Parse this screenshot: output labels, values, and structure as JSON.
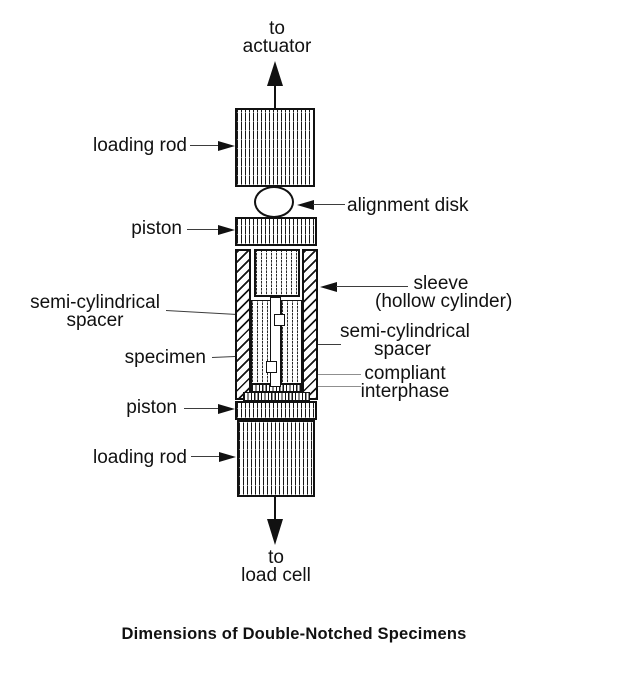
{
  "figure": {
    "flow_top": {
      "line1": "to",
      "line2": "actuator"
    },
    "flow_bottom": {
      "line1": "to",
      "line2": "load cell"
    },
    "labels": {
      "loading_rod_top": "loading rod",
      "piston_top": "piston",
      "alignment_disk": "alignment disk",
      "sleeve_line1": "sleeve",
      "sleeve_line2": "(hollow cylinder)",
      "spacer_left_line1": "semi-cylindrical",
      "spacer_left_line2": "spacer",
      "specimen": "specimen",
      "spacer_right_line1": "semi-cylindrical",
      "spacer_right_line2": "spacer",
      "compliant_line1": "compliant",
      "compliant_line2": "interphase",
      "piston_bottom": "piston",
      "loading_rod_bottom": "loading rod"
    },
    "caption": "Dimensions of Double-Notched Specimens",
    "colors": {
      "ink": "#111111",
      "leader": "#3d3d3d",
      "leader_light": "#8f8f8f",
      "background": "#ffffff"
    }
  }
}
